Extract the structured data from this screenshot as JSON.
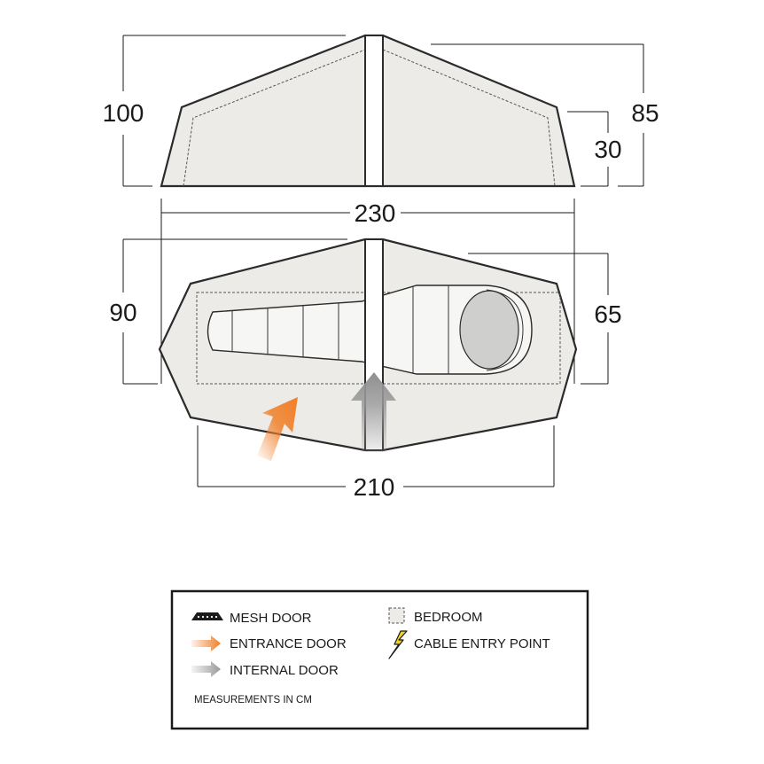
{
  "dimensions": {
    "total_height": "100",
    "side_height": "85",
    "low_height": "30",
    "overall_length": "230",
    "overall_width": "90",
    "inner_width": "65",
    "inner_length": "210"
  },
  "legend": {
    "items": [
      {
        "icon": "mesh-door-icon",
        "label": "MESH DOOR"
      },
      {
        "icon": "entrance-door-arrow-icon",
        "label": "ENTRANCE DOOR",
        "color": "#f07f28"
      },
      {
        "icon": "internal-door-arrow-icon",
        "label": "INTERNAL DOOR",
        "color": "#9a9a9a"
      },
      {
        "icon": "bedroom-icon",
        "label": "BEDROOM"
      },
      {
        "icon": "cable-entry-lightning-icon",
        "label": "CABLE ENTRY POINT",
        "color": "#f2d31b"
      }
    ],
    "note": "MEASUREMENTS IN CM"
  },
  "colors": {
    "tent_fill": "#ecebe7",
    "pole_fill": "#ffffff",
    "outline": "#2b2b2b",
    "entrance_arrow": "#f07f28",
    "internal_arrow": "#9a9a9a",
    "cable_entry": "#f2d31b"
  }
}
